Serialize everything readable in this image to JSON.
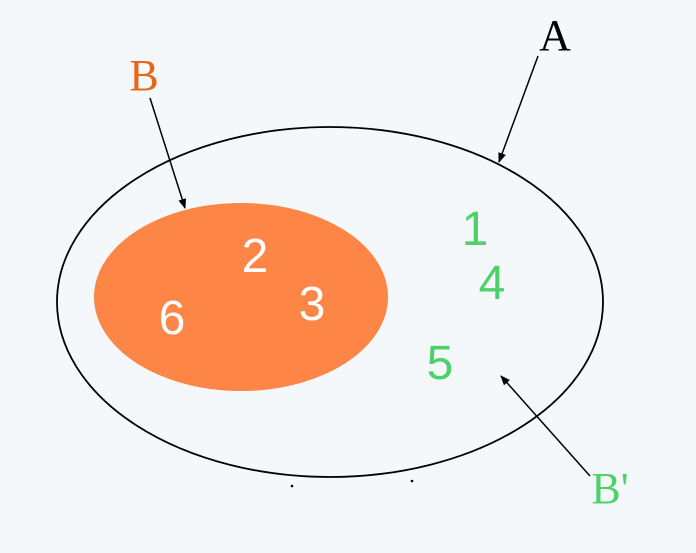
{
  "labels": {
    "A": "A",
    "B": "B",
    "B_complement": "B'"
  },
  "set_B_elements": [
    "2",
    "3",
    "6"
  ],
  "complement_elements": [
    "1",
    "4",
    "5"
  ],
  "colors": {
    "background": "#f5f8fa",
    "set_B_fill": "#fd8545",
    "set_B_label": "#e8661a",
    "complement": "#4fd16a",
    "outline": "#000000",
    "element_in_B": "#ffffff"
  }
}
